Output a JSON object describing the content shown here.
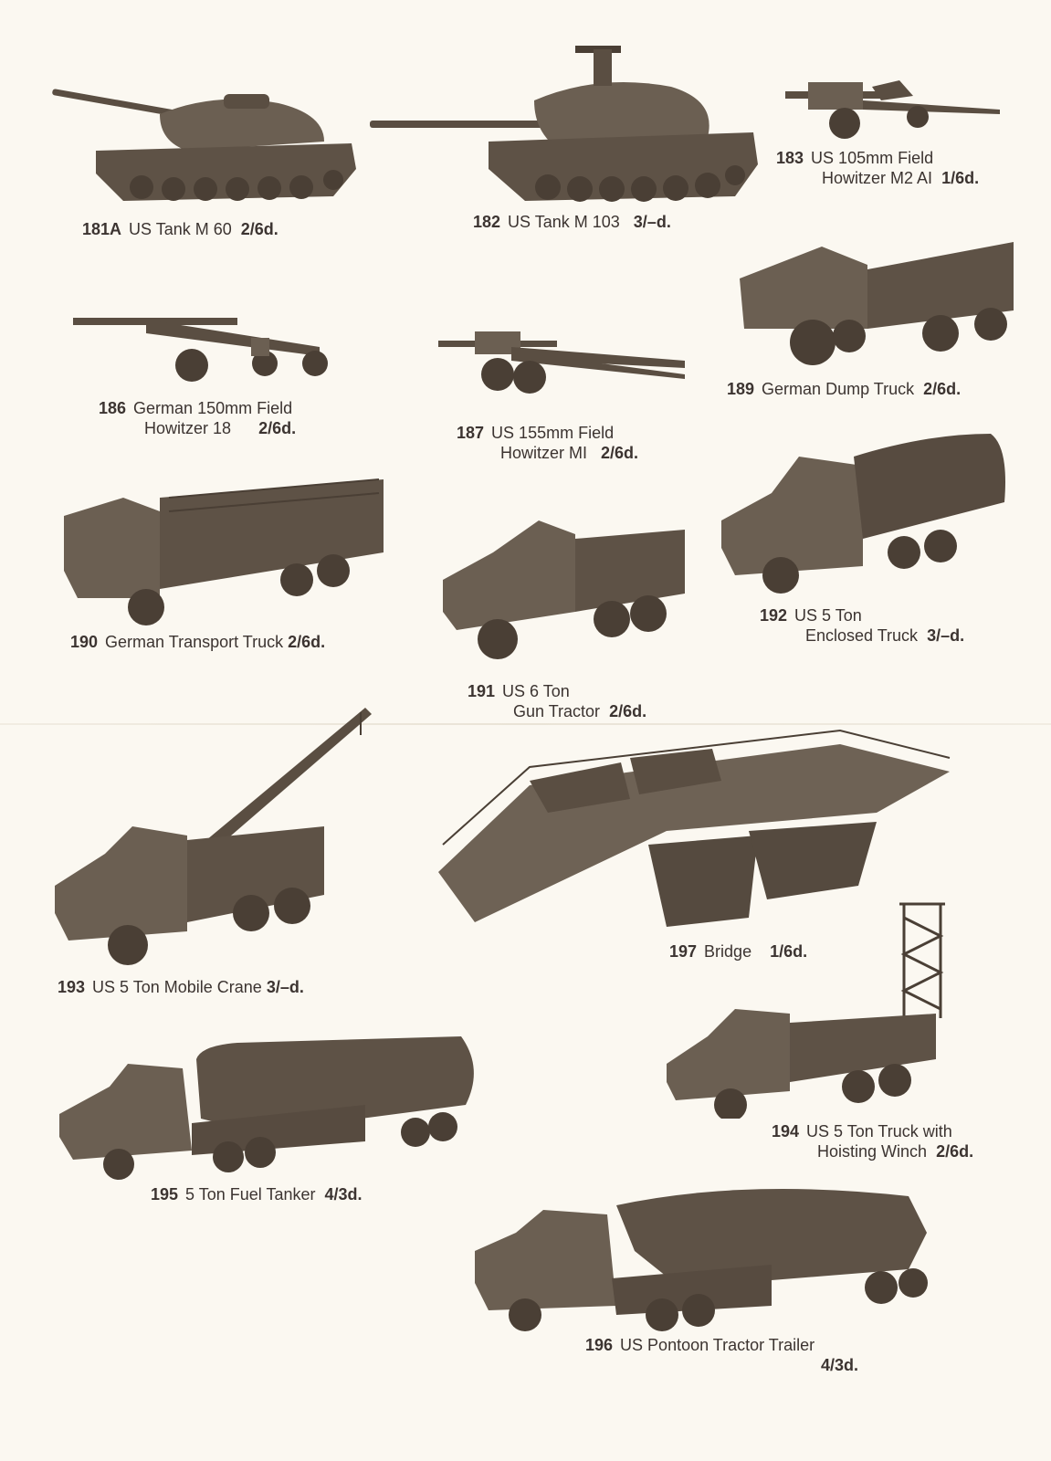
{
  "page": {
    "background": "#fbf8f1",
    "ink_color": "#3c3431",
    "image_tone": "#5a4e42"
  },
  "items": [
    {
      "number": "181A",
      "name": "US Tank M 60",
      "name_line2": "",
      "price": "2/6d.",
      "image": "tank-icon"
    },
    {
      "number": "182",
      "name": "US Tank M 103",
      "name_line2": "",
      "price": "3/–d.",
      "image": "tank-icon"
    },
    {
      "number": "183",
      "name": "US 105mm Field",
      "name_line2": "Howitzer M2 AI",
      "price": "1/6d.",
      "image": "howitzer-icon"
    },
    {
      "number": "186",
      "name": "German 150mm Field",
      "name_line2": "Howitzer 18",
      "price": "2/6d.",
      "image": "howitzer-icon"
    },
    {
      "number": "187",
      "name": "US 155mm Field",
      "name_line2": "Howitzer MI",
      "price": "2/6d.",
      "image": "howitzer-icon"
    },
    {
      "number": "189",
      "name": "German Dump Truck",
      "name_line2": "",
      "price": "2/6d.",
      "image": "dump-truck-icon"
    },
    {
      "number": "190",
      "name": "German Transport Truck",
      "name_line2": "",
      "price": "2/6d.",
      "image": "transport-truck-icon"
    },
    {
      "number": "191",
      "name": "US 6 Ton",
      "name_line2": "Gun Tractor",
      "price": "2/6d.",
      "image": "gun-tractor-icon"
    },
    {
      "number": "192",
      "name": "US 5 Ton",
      "name_line2": "Enclosed Truck",
      "price": "3/–d.",
      "image": "enclosed-truck-icon"
    },
    {
      "number": "193",
      "name": "US 5 Ton Mobile Crane",
      "name_line2": "",
      "price": "3/–d.",
      "image": "crane-truck-icon"
    },
    {
      "number": "197",
      "name": "Bridge",
      "name_line2": "",
      "price": "1/6d.",
      "image": "pontoon-bridge-icon"
    },
    {
      "number": "194",
      "name": "US 5 Ton Truck with",
      "name_line2": "Hoisting Winch",
      "price": "2/6d.",
      "image": "winch-truck-icon"
    },
    {
      "number": "195",
      "name": "5 Ton Fuel Tanker",
      "name_line2": "",
      "price": "4/3d.",
      "image": "fuel-tanker-icon"
    },
    {
      "number": "196",
      "name": "US Pontoon Tractor Trailer",
      "name_line2": "",
      "price": "4/3d.",
      "image": "pontoon-trailer-icon"
    }
  ]
}
